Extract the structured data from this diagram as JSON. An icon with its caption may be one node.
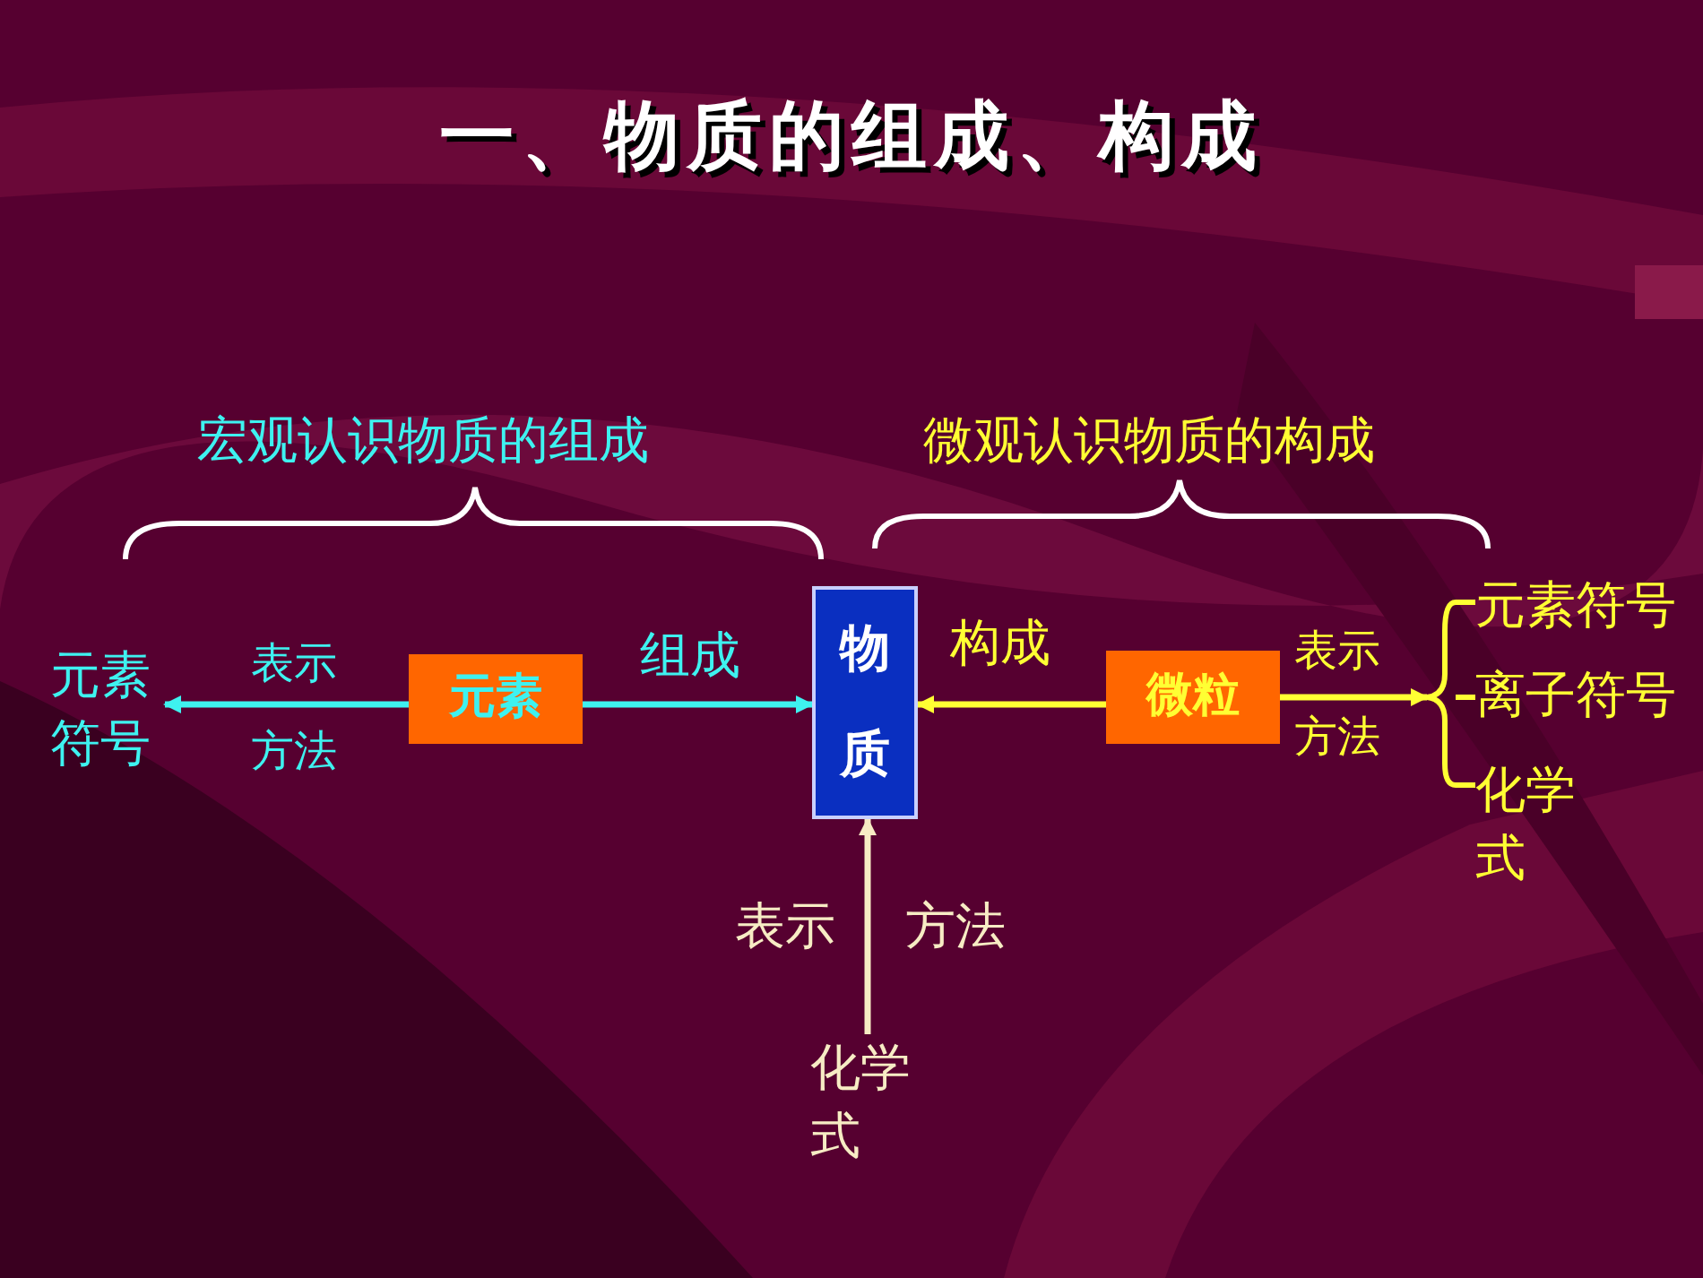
{
  "diagram": {
    "title": "一、物质的组成、构成",
    "nodes": [
      {
        "text": [
          "元素符号"
        ]
      },
      {
        "text": [
          "元素"
        ]
      },
      {
        "text": [
          "物质"
        ]
      },
      {
        "text": [
          "微粒"
        ]
      },
      {
        "text": [
          "元素符号"
        ]
      },
      {
        "text": [
          "离子符号"
        ]
      },
      {
        "text": [
          "化学式"
        ]
      },
      {
        "text": [
          "化学式"
        ]
      },
      {
        "text": [],
        "shape": "brace"
      }
    ],
    "edges": [
      {
        "from": 1,
        "to": 0,
        "arrow": "to",
        "label": "表示",
        "color": "#3ef2f0"
      },
      {
        "from": 1,
        "to": 2,
        "arrow": "to",
        "label": "组成",
        "color": "#3ef2f0"
      },
      {
        "from": 3,
        "to": 2,
        "arrow": "to",
        "label": "构成"
      },
      {
        "from": 3,
        "to": 8,
        "arrow": "to",
        "label": "表示"
      },
      {
        "from": 8,
        "to": 4,
        "arrow": "none"
      },
      {
        "from": 8,
        "to": 5,
        "arrow": "none"
      },
      {
        "from": 8,
        "to": 6,
        "arrow": "none"
      },
      {
        "from": 7,
        "to": 2,
        "arrow": "to",
        "label": "表示",
        "color": "#f7ecc4"
      }
    ],
    "labels": [
      "宏观认识物质的组成",
      "微观认识物质的构成",
      "方法",
      "方法",
      "方法"
    ]
  }
}
